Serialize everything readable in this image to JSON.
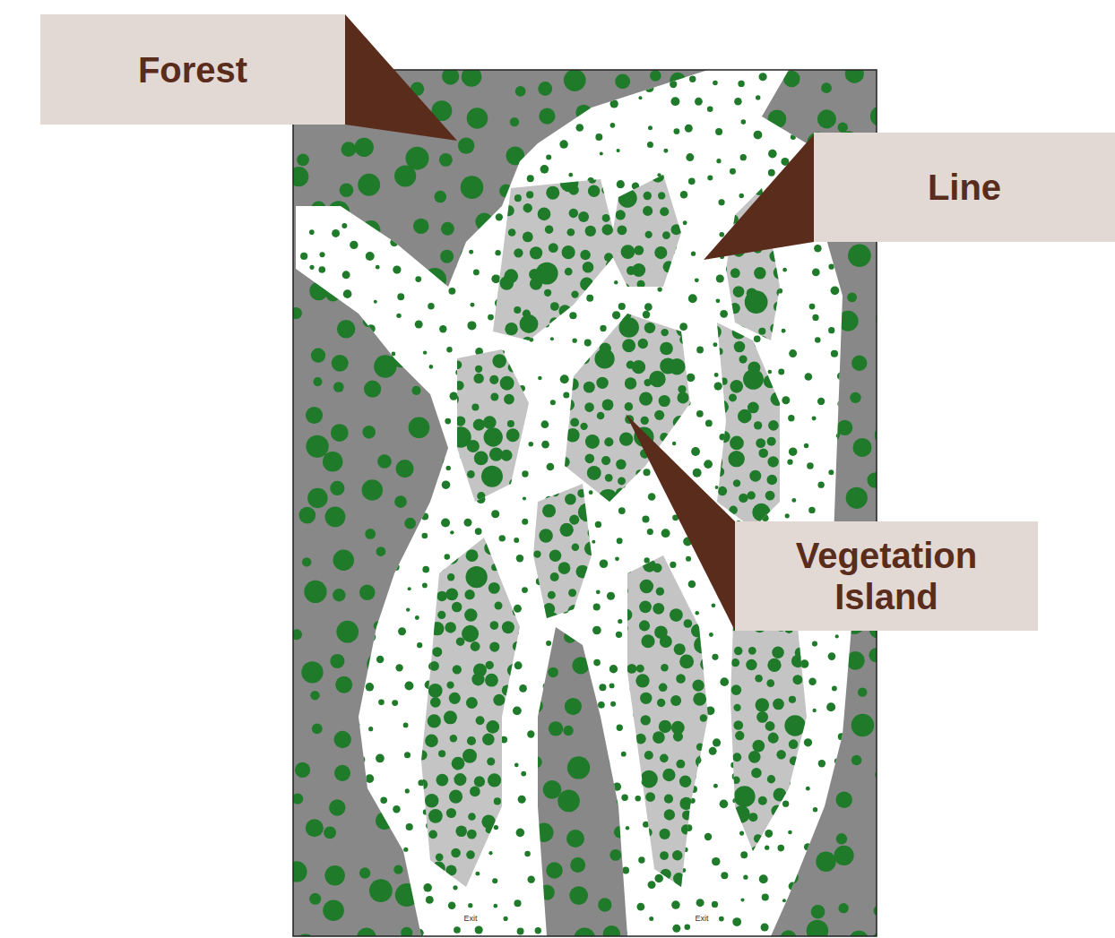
{
  "diagram": {
    "nodes": [
      {
        "text": [
          "Forest"
        ]
      },
      {
        "text": [
          "Line"
        ]
      },
      {
        "text": [
          "Vegetation Island"
        ]
      }
    ],
    "labels": [
      "Exit",
      "Exit"
    ]
  }
}
